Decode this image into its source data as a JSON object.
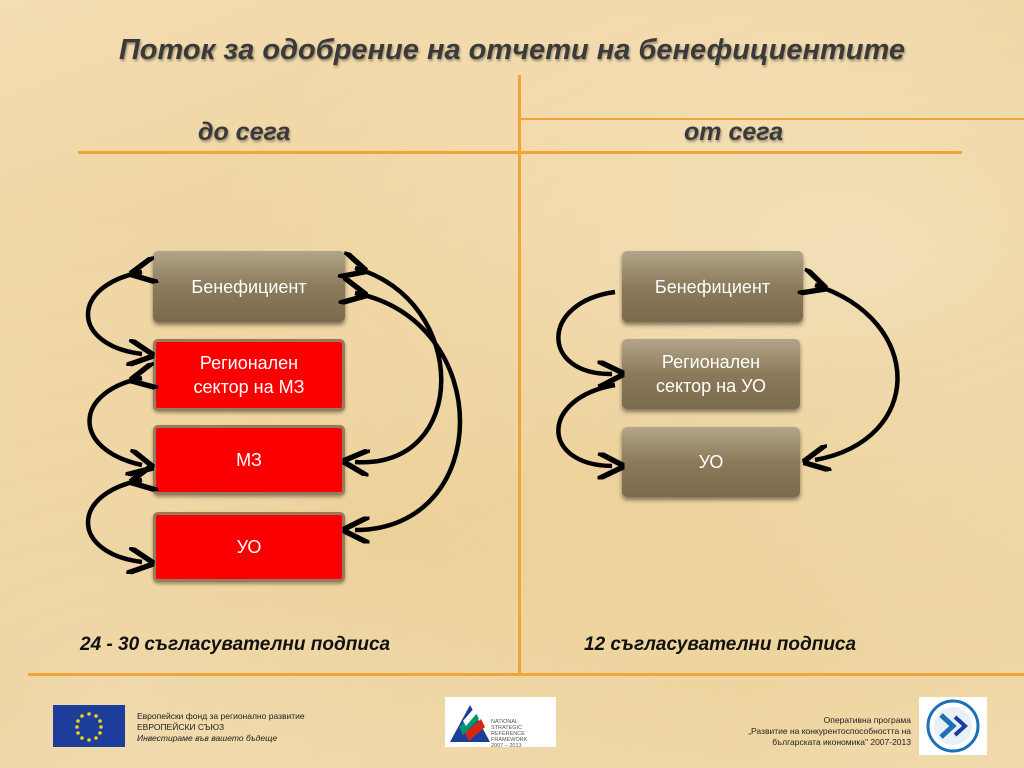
{
  "title": "Поток за одобрение на отчети на бенефициентите",
  "left": {
    "heading": "до сега",
    "boxes": [
      "Бенефициент",
      "Регионален сектор  на МЗ",
      "МЗ",
      "УО"
    ],
    "signatures": "24 - 30 съгласувателни подписа"
  },
  "right": {
    "heading": "от сега",
    "boxes": [
      "Бенефициент",
      "Регионален сектор на УО",
      "УО"
    ],
    "signatures": "12 съгласувателни подписа"
  },
  "footer": {
    "eu_lines": [
      "Европейски фонд за регионално развитие",
      "ЕВРОПЕЙСКИ СЪЮЗ",
      "Инвестираме във вашето бъдеще"
    ],
    "nsrf_lines": [
      "NATIONAL",
      "STRATEGIC",
      "REFERENCE FRAMEWORK",
      "2007 – 2013"
    ],
    "op_lines": [
      "Оперативна програма",
      "„Развитие на конкурентоспособността на",
      "българската икономика\" 2007-2013"
    ]
  },
  "colors": {
    "accent_line": "#f0a43a",
    "box_red": "#fb0000",
    "box_tan": "#8c7a5b",
    "text": "#3a3a3a"
  }
}
